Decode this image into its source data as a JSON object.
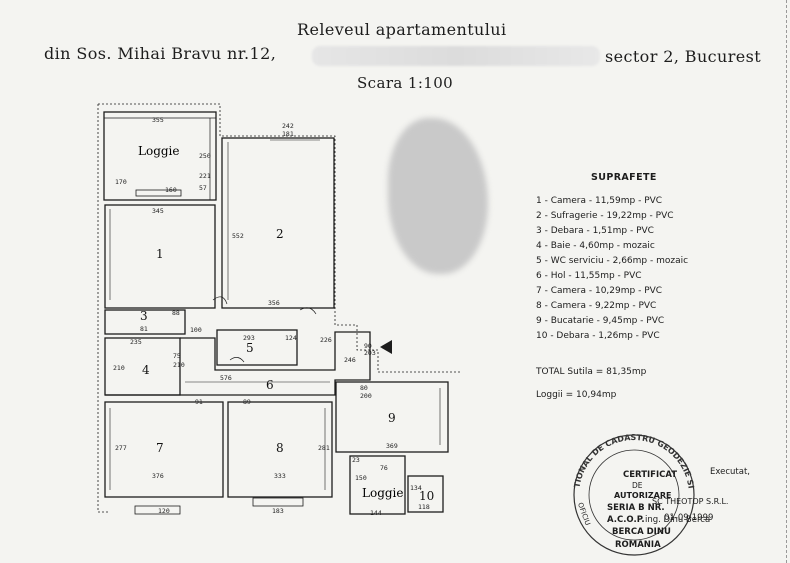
{
  "document": {
    "title_line1": "Releveul apartamentului",
    "title_line2_left": "din Sos. Mihai Bravu nr.12,",
    "title_line2_right": "sector 2, Bucurest",
    "scale": "Scara 1:100"
  },
  "rooms": {
    "r1": "1",
    "r2": "2",
    "r3": "3",
    "r4": "4",
    "r5": "5",
    "r6": "6",
    "r7": "7",
    "r8": "8",
    "r9": "9",
    "r10": "10",
    "loggie_top": "Loggie",
    "loggie_bottom": "Loggie"
  },
  "dimensions": {
    "d355": "355",
    "d242": "242",
    "d181": "181",
    "d345": "345",
    "d552": "552",
    "d356": "356",
    "d226": "226",
    "d235": "235",
    "d576": "576",
    "d376": "376",
    "d333": "333",
    "d369": "369",
    "d144": "144",
    "d118": "118",
    "d277": "277",
    "d281": "281",
    "d210": "210",
    "d203": "203",
    "d90": "90",
    "d80": "80",
    "d200": "200",
    "d246": "246",
    "d183": "183",
    "d120": "120",
    "d150": "150",
    "d134": "134",
    "d293": "293",
    "d124": "124",
    "d100": "100",
    "d88": "88",
    "d81": "81",
    "d75": "75",
    "d76": "76",
    "d23": "23",
    "d91": "91",
    "d89": "89",
    "d170": "170",
    "d160": "160",
    "d221": "221",
    "d57": "57",
    "d250": "250"
  },
  "surfaces": {
    "title": "SUPRAFETE",
    "items": [
      "1 - Camera - 11,59mp - PVC",
      "2 - Sufragerie - 19,22mp - PVC",
      "3 - Debara - 1,51mp - PVC",
      "4 - Baie - 4,60mp - mozaic",
      "5 - WC serviciu - 2,66mp - mozaic",
      "6 - Hol - 11,55mp - PVC",
      "7 - Camera - 10,29mp - PVC",
      "8 - Camera - 9,22mp - PVC",
      "9 - Bucatarie - 9,45mp - PVC",
      "10 - Debara - 1,26mp - PVC"
    ],
    "total": "TOTAL Sutila = 81,35mp",
    "loggii": "Loggii = 10,94mp"
  },
  "stamp": {
    "ring_text": "TIONAL DE CADASTRU GEODEZIE SI",
    "certificat": "CERTIFICAT",
    "de": "DE",
    "autorizare": "AUTORIZARE",
    "executat": "Executat,",
    "seria": "SERIA B  NR.",
    "firma": "SC THEOTOP S.R.L.",
    "acop": "A.C.O.P.",
    "inginer": "ing. Dinu Berca",
    "berca": "BERCA DINU",
    "data": "01-09-1999",
    "romania": "ROMANIA",
    "oficiu": "OFICIU"
  },
  "colors": {
    "ink": "#1d1d1d",
    "paper": "#f4f4f1",
    "stamp_ink": "#333333"
  }
}
